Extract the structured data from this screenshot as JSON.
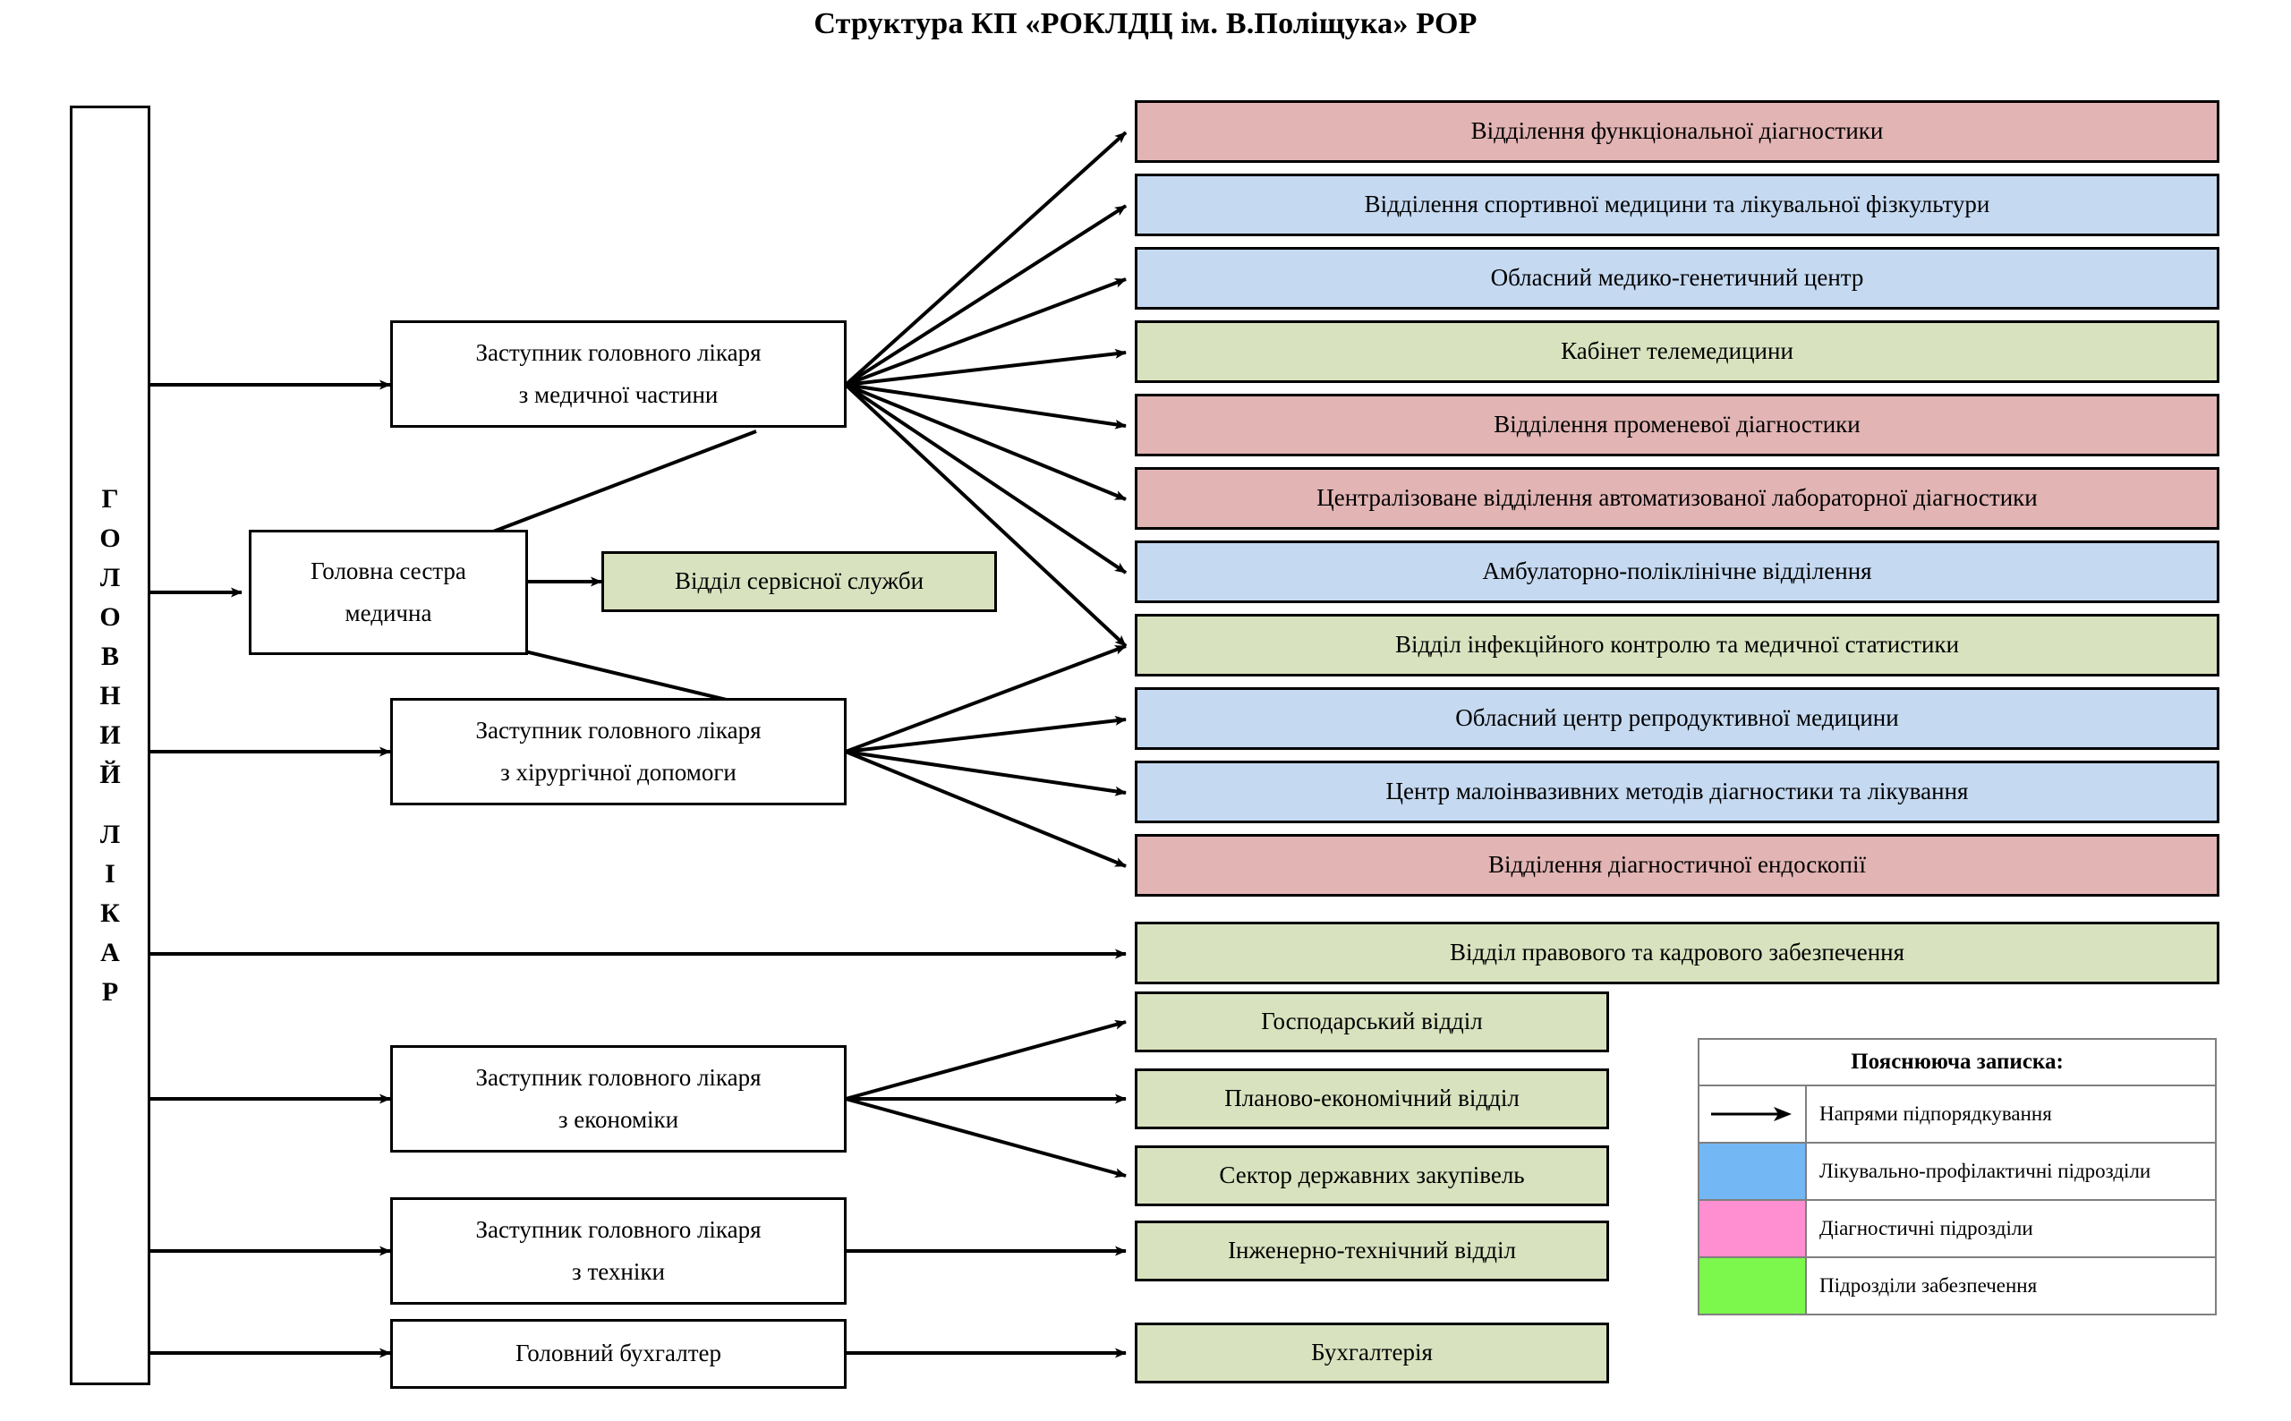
{
  "title": "Структура КП «РОКЛДЦ ім. В.Поліщука» РОР",
  "chief": {
    "label": "ГОЛОВНИЙ ЛІКАР",
    "letters": [
      "Г",
      "О",
      "Л",
      "О",
      "В",
      "Н",
      "И",
      "Й",
      "Л",
      "І",
      "К",
      "А",
      "Р"
    ]
  },
  "managers": {
    "medical": {
      "line1": "Заступник головного лікаря",
      "line2": "з медичної частини"
    },
    "head_nurse": {
      "line1": "Головна сестра",
      "line2": "медична"
    },
    "surgical": {
      "line1": "Заступник головного лікаря",
      "line2": "з хірургічної допомоги"
    },
    "economics": {
      "line1": "Заступник головного лікаря",
      "line2": "з економіки"
    },
    "technical": {
      "line1": "Заступник головного лікаря",
      "line2": "з техніки"
    },
    "accountant": {
      "line1": "Головний бухгалтер",
      "line2": ""
    }
  },
  "service_unit": {
    "label": "Відділ сервісної служби",
    "color": "green"
  },
  "units": [
    {
      "id": "functional-diagnostics",
      "label": "Відділення функціональної діагностики",
      "color": "pink"
    },
    {
      "id": "sports-medicine",
      "label": "Відділення спортивної медицини та лікувальної  фізкультури",
      "color": "blue"
    },
    {
      "id": "medical-genetic-center",
      "label": "Обласний медико-генетичний центр",
      "color": "blue"
    },
    {
      "id": "telemedicine-office",
      "label": "Кабінет телемедицини",
      "color": "green"
    },
    {
      "id": "radiation-diagnostics",
      "label": "Відділення променевої діагностики",
      "color": "pink"
    },
    {
      "id": "lab-diagnostics",
      "label": "Централізоване відділення автоматизованої лабораторної діагностики",
      "color": "pink"
    },
    {
      "id": "outpatient-department",
      "label": "Амбулаторно-поліклінічне відділення",
      "color": "blue"
    },
    {
      "id": "infection-control",
      "label": "Відділ інфекційного контролю та медичної статистики",
      "color": "green"
    },
    {
      "id": "reproductive-medicine",
      "label": "Обласний центр репродуктивної медицини",
      "color": "blue"
    },
    {
      "id": "miniinvasive-center",
      "label": "Центр малоінвазивних методів діагностики та лікування",
      "color": "blue"
    },
    {
      "id": "diagnostic-endoscopy",
      "label": "Відділення діагностичної ендоскопії",
      "color": "pink"
    },
    {
      "id": "legal-hr-department",
      "label": "Відділ правового та кадрового забезпечення",
      "color": "green"
    }
  ],
  "support_units": [
    {
      "id": "economic-household",
      "label": "Господарський відділ",
      "color": "green"
    },
    {
      "id": "planning-economic",
      "label": "Планово-економічний відділ",
      "color": "green"
    },
    {
      "id": "public-procurement",
      "label": "Сектор державних закупівель",
      "color": "green"
    },
    {
      "id": "engineering-tech",
      "label": "Інженерно-технічний відділ",
      "color": "green"
    },
    {
      "id": "accounting",
      "label": "Бухгалтерія",
      "color": "green"
    }
  ],
  "legend": {
    "title": "Пояснююча записка:",
    "rows": [
      {
        "swatch": "arrow",
        "label": "Напрями підпорядкування"
      },
      {
        "swatch": "blue",
        "label": "Лікувально-профілактичні підрозділи"
      },
      {
        "swatch": "pink",
        "label": "Діагностичні підрозділи"
      },
      {
        "swatch": "green",
        "label": "Підрозділи забезпечення"
      }
    ]
  },
  "colors": {
    "unit_pink": "#E2B4B4",
    "unit_blue": "#C5D9F1",
    "unit_green": "#D9E2BF",
    "legend_blue": "#74B7F5",
    "legend_pink": "#FF8FD0",
    "legend_green": "#7CF74C",
    "stroke": "#000000"
  }
}
